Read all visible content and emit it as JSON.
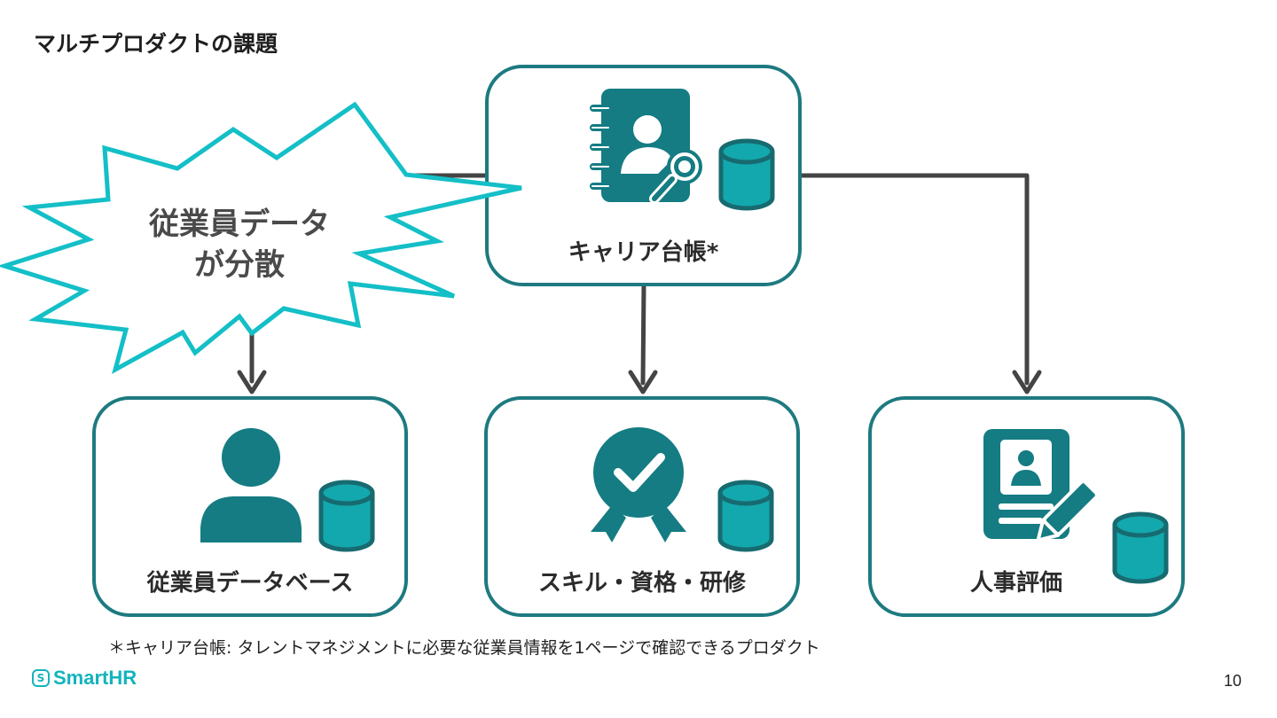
{
  "slide": {
    "title": "マルチプロダクトの課題",
    "page_number": "10",
    "logo_text": "SmartHR",
    "logo_mark": "S"
  },
  "burst": {
    "line1": "従業員データ",
    "line2": "が分散"
  },
  "boxes": {
    "career": {
      "label": "キャリア台帳*",
      "icon": "address-book-key-icon"
    },
    "employee_db": {
      "label": "従業員データベース",
      "icon": "person-icon"
    },
    "skills": {
      "label": "スキル・資格・研修",
      "icon": "badge-check-icon"
    },
    "evaluation": {
      "label": "人事評価",
      "icon": "profile-edit-icon"
    }
  },
  "footnote": "＊キャリア台帳: タレントマネジメントに必要な従業員情報を1ページで確認できるプロダクト",
  "colors": {
    "box_border": "#1d7a80",
    "icon_fill": "#147c82",
    "db_fill": "#13a8ad",
    "db_stroke": "#176b70",
    "burst_stroke": "#14bfc7",
    "arrow": "#444444",
    "logo": "#13b4bd"
  }
}
